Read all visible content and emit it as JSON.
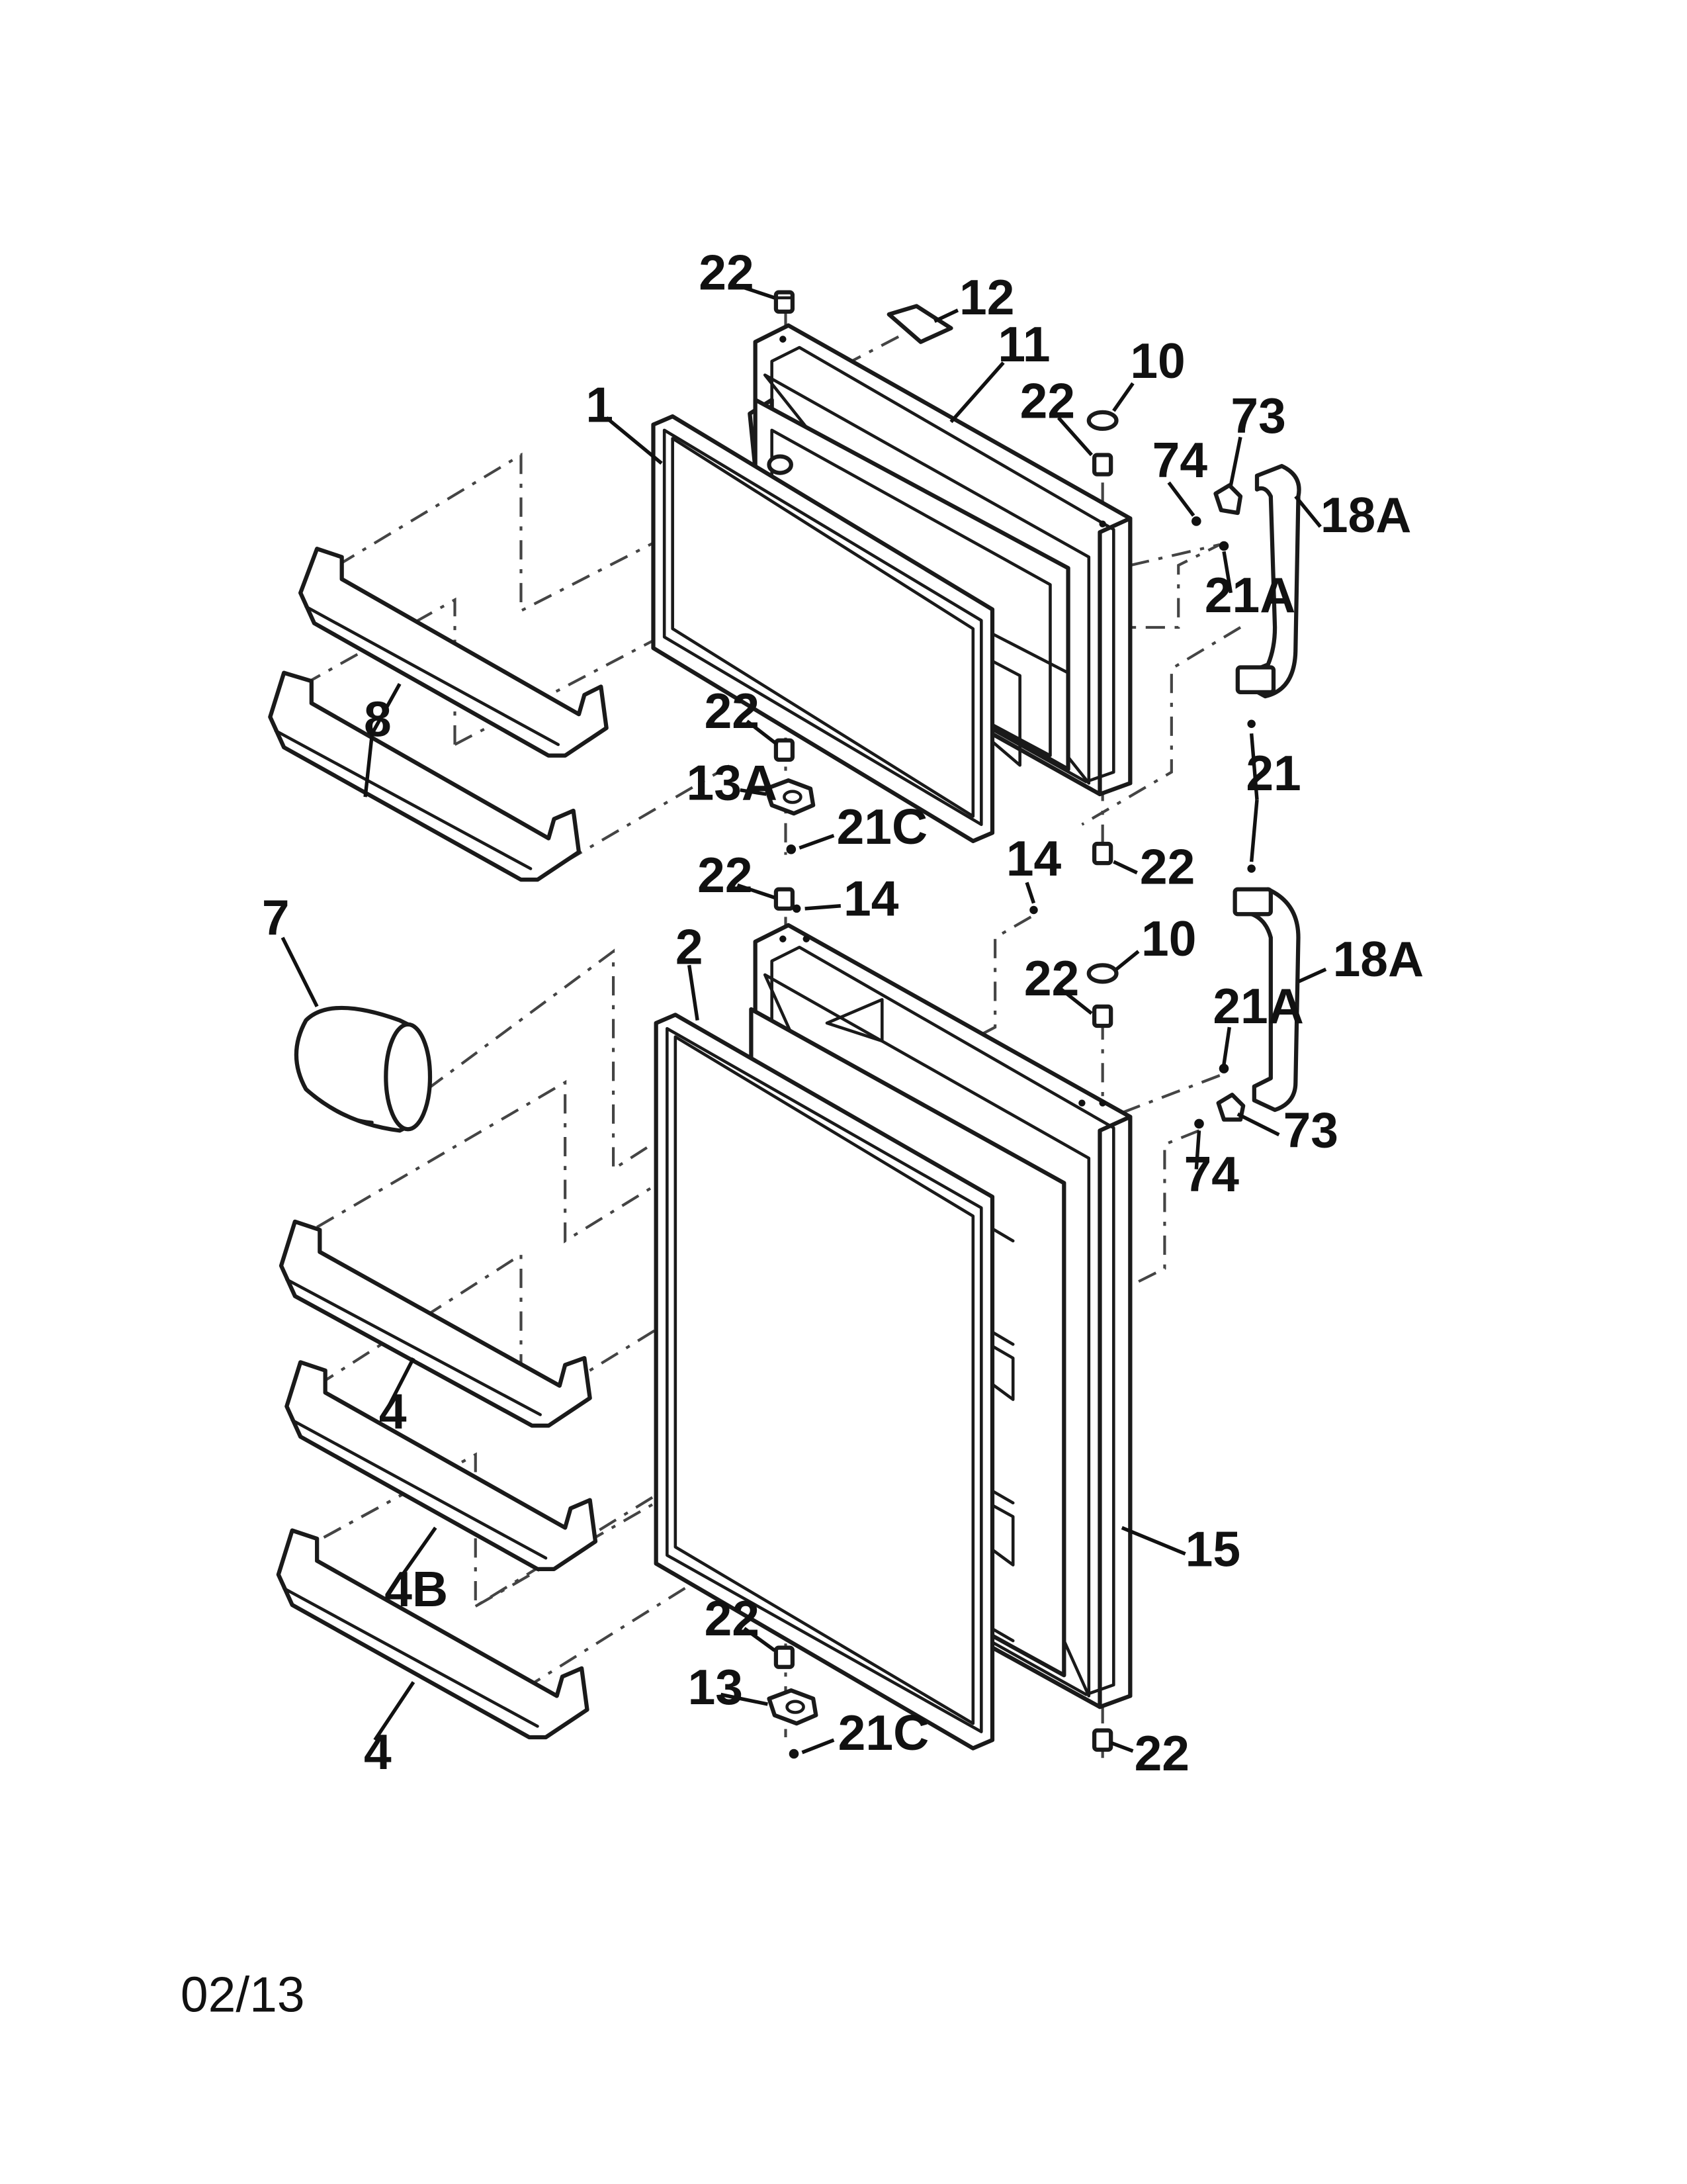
{
  "callouts": [
    {
      "id": "c-22-a",
      "text": "22"
    },
    {
      "id": "c-12",
      "text": "12"
    },
    {
      "id": "c-11",
      "text": "11"
    },
    {
      "id": "c-10-a",
      "text": "10"
    },
    {
      "id": "c-22-b",
      "text": "22"
    },
    {
      "id": "c-73-a",
      "text": "73"
    },
    {
      "id": "c-74-a",
      "text": "74"
    },
    {
      "id": "c-18A-a",
      "text": "18A"
    },
    {
      "id": "c-21A-a",
      "text": "21A"
    },
    {
      "id": "c-1",
      "text": "1"
    },
    {
      "id": "c-8",
      "text": "8"
    },
    {
      "id": "c-22-c",
      "text": "22"
    },
    {
      "id": "c-13A",
      "text": "13A"
    },
    {
      "id": "c-21C-a",
      "text": "21C"
    },
    {
      "id": "c-21",
      "text": "21"
    },
    {
      "id": "c-22-d",
      "text": "22"
    },
    {
      "id": "c-22-e",
      "text": "22"
    },
    {
      "id": "c-14-a",
      "text": "14"
    },
    {
      "id": "c-14-b",
      "text": "14"
    },
    {
      "id": "c-7",
      "text": "7"
    },
    {
      "id": "c-2",
      "text": "2"
    },
    {
      "id": "c-10-b",
      "text": "10"
    },
    {
      "id": "c-22-f",
      "text": "22"
    },
    {
      "id": "c-18A-b",
      "text": "18A"
    },
    {
      "id": "c-21A-b",
      "text": "21A"
    },
    {
      "id": "c-73-b",
      "text": "73"
    },
    {
      "id": "c-74-b",
      "text": "74"
    },
    {
      "id": "c-4-a",
      "text": "4"
    },
    {
      "id": "c-4B",
      "text": "4B"
    },
    {
      "id": "c-15",
      "text": "15"
    },
    {
      "id": "c-22-g",
      "text": "22"
    },
    {
      "id": "c-13",
      "text": "13"
    },
    {
      "id": "c-21C-b",
      "text": "21C"
    },
    {
      "id": "c-4-b",
      "text": "4"
    },
    {
      "id": "c-22-h",
      "text": "22"
    }
  ],
  "footer": {
    "date_code": "02/13"
  }
}
